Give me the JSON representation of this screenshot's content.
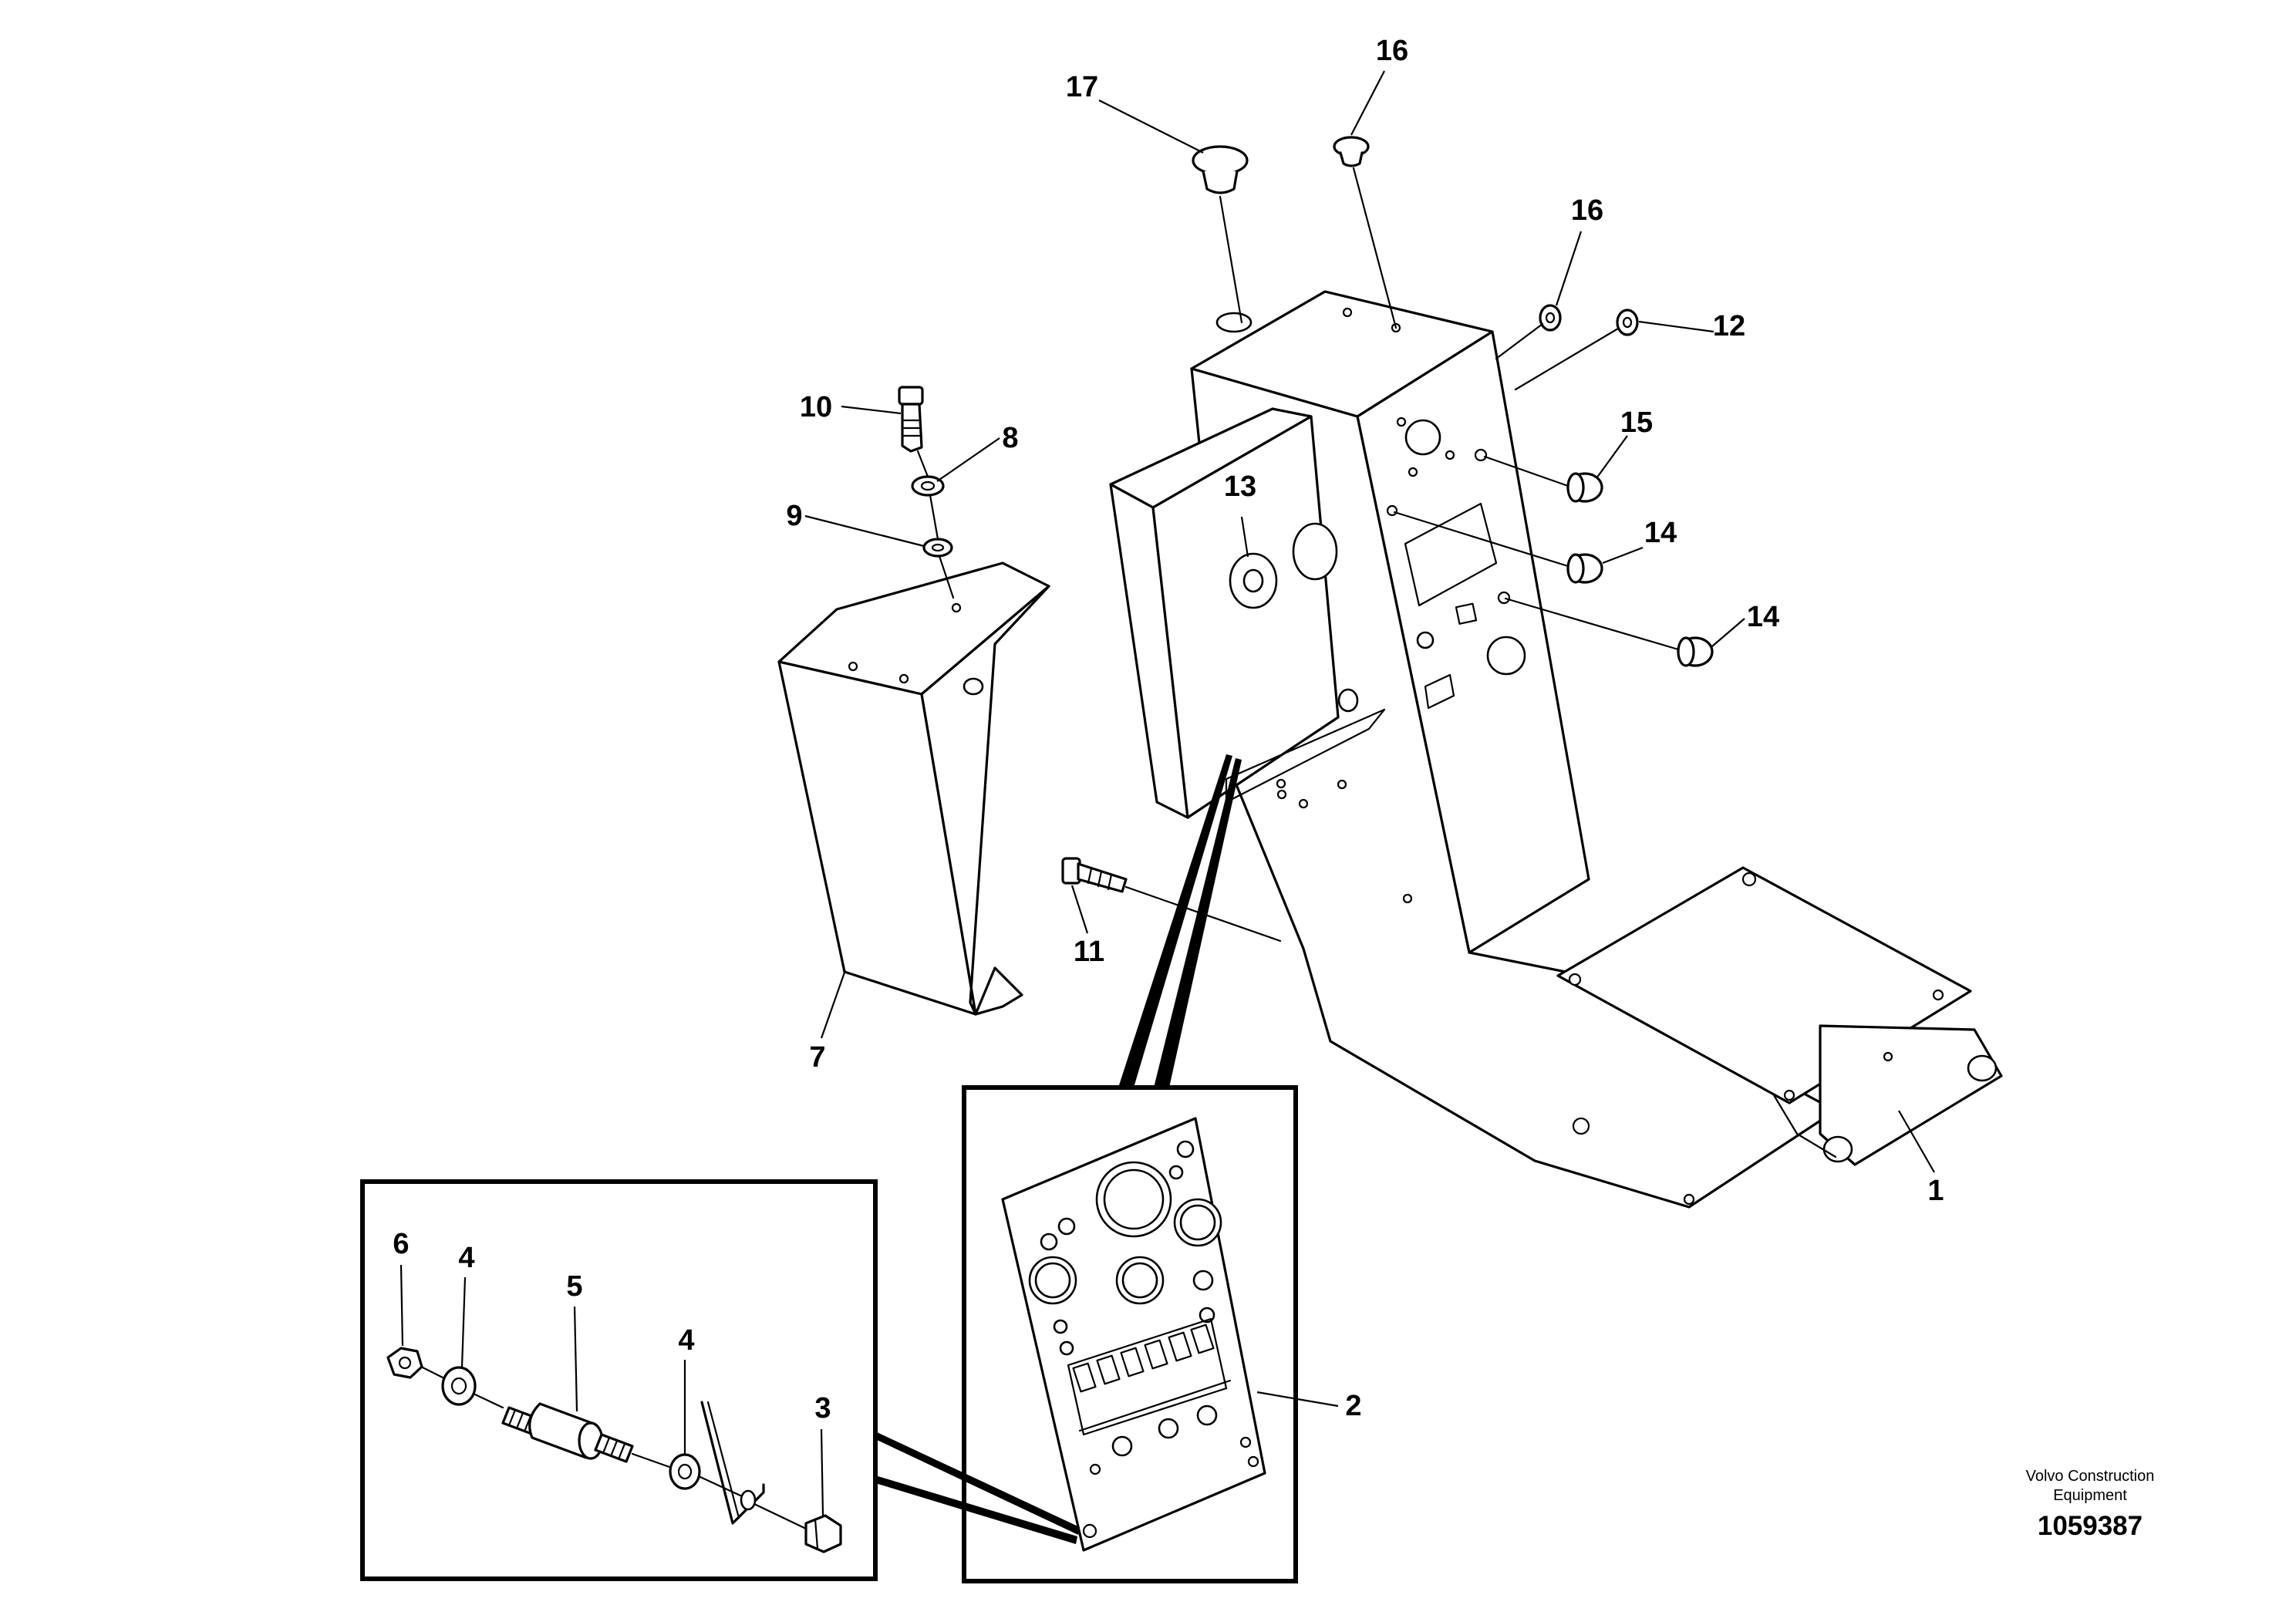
{
  "diagram": {
    "callouts": {
      "c1": "1",
      "c2": "2",
      "c3": "3",
      "c4a": "4",
      "c4b": "4",
      "c5": "5",
      "c6": "6",
      "c7": "7",
      "c8": "8",
      "c9": "9",
      "c10": "10",
      "c11": "11",
      "c12": "12",
      "c13": "13",
      "c14a": "14",
      "c14b": "14",
      "c15": "15",
      "c16a": "16",
      "c16b": "16",
      "c17": "17"
    },
    "publisher_line1": "Volvo Construction",
    "publisher_line2": "Equipment",
    "document_number": "1059387"
  }
}
